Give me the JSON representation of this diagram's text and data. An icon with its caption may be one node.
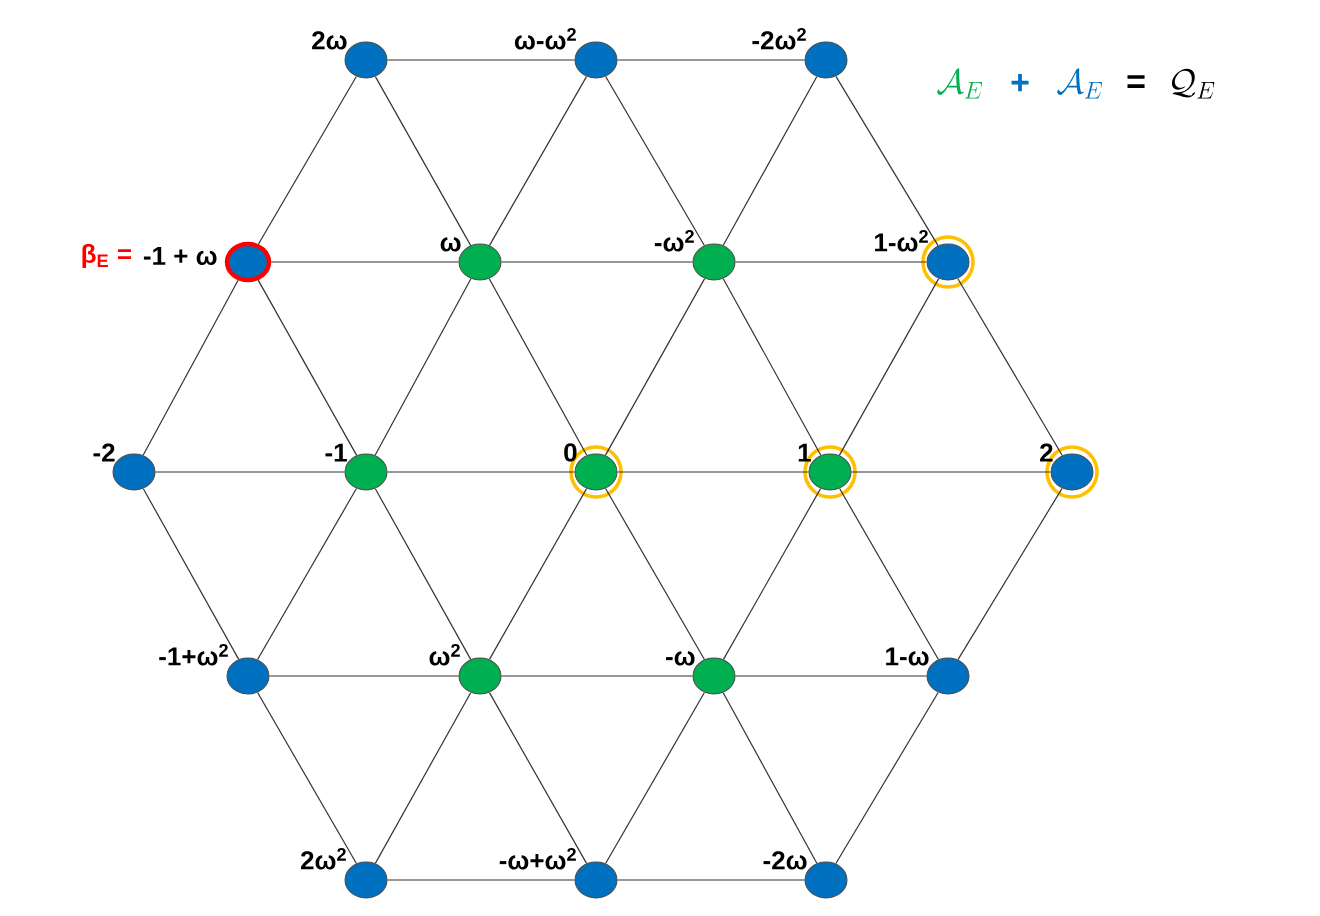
{
  "diagram": {
    "nodes": [
      {
        "text": [],
        "shape": "circle",
        "beside": [
          "2ω"
        ]
      },
      {
        "text": [],
        "shape": "circle",
        "beside": [
          "ω-ω$^{2}$"
        ]
      },
      {
        "text": [],
        "shape": "circle",
        "beside": [
          "-2ω$^{2}$"
        ]
      },
      {
        "text": [],
        "shape": "circle",
        "beside": [
          "β$_{E}$ =",
          "-1 + ω"
        ]
      },
      {
        "text": [],
        "shape": "circle",
        "beside": [
          "ω"
        ]
      },
      {
        "text": [],
        "shape": "circle",
        "beside": [
          "-ω$^{2}$"
        ]
      },
      {
        "text": [],
        "shape": "circle",
        "beside": [
          "1-ω$^{2}$"
        ]
      },
      {
        "text": [],
        "shape": "circle",
        "beside": [
          "-2"
        ]
      },
      {
        "text": [],
        "shape": "circle",
        "beside": [
          "-1"
        ]
      },
      {
        "text": [],
        "shape": "circle",
        "beside": [
          "0"
        ]
      },
      {
        "text": [],
        "shape": "circle",
        "beside": [
          "1"
        ]
      },
      {
        "text": [],
        "shape": "circle",
        "beside": [
          "2"
        ]
      },
      {
        "text": [],
        "shape": "circle",
        "beside": [
          "-1+ω$^{2}$"
        ]
      },
      {
        "text": [],
        "shape": "circle",
        "beside": [
          "ω$^{2}$"
        ]
      },
      {
        "text": [],
        "shape": "circle",
        "beside": [
          "-ω"
        ]
      },
      {
        "text": [],
        "shape": "circle",
        "beside": [
          "1-ω"
        ]
      },
      {
        "text": [],
        "shape": "circle",
        "beside": [
          "2ω$^{2}$"
        ]
      },
      {
        "text": [],
        "shape": "circle",
        "beside": [
          "-ω+ω$^{2}$"
        ]
      },
      {
        "text": [],
        "shape": "circle",
        "beside": [
          "-2ω"
        ]
      }
    ],
    "edges": [
      {
        "from": 0,
        "to": 1,
        "arrow": "none"
      },
      {
        "from": 1,
        "to": 2,
        "arrow": "none"
      },
      {
        "from": 3,
        "to": 4,
        "arrow": "none"
      },
      {
        "from": 4,
        "to": 5,
        "arrow": "none"
      },
      {
        "from": 5,
        "to": 6,
        "arrow": "none"
      },
      {
        "from": 7,
        "to": 8,
        "arrow": "none"
      },
      {
        "from": 8,
        "to": 9,
        "arrow": "none"
      },
      {
        "from": 9,
        "to": 10,
        "arrow": "none"
      },
      {
        "from": 10,
        "to": 11,
        "arrow": "none"
      },
      {
        "from": 12,
        "to": 13,
        "arrow": "none"
      },
      {
        "from": 13,
        "to": 14,
        "arrow": "none"
      },
      {
        "from": 14,
        "to": 15,
        "arrow": "none"
      },
      {
        "from": 16,
        "to": 17,
        "arrow": "none"
      },
      {
        "from": 17,
        "to": 18,
        "arrow": "none"
      },
      {
        "from": 0,
        "to": 3,
        "arrow": "none"
      },
      {
        "from": 0,
        "to": 4,
        "arrow": "none"
      },
      {
        "from": 1,
        "to": 4,
        "arrow": "none"
      },
      {
        "from": 1,
        "to": 5,
        "arrow": "none"
      },
      {
        "from": 2,
        "to": 5,
        "arrow": "none"
      },
      {
        "from": 2,
        "to": 6,
        "arrow": "none"
      },
      {
        "from": 3,
        "to": 7,
        "arrow": "none"
      },
      {
        "from": 3,
        "to": 8,
        "arrow": "none"
      },
      {
        "from": 4,
        "to": 8,
        "arrow": "none"
      },
      {
        "from": 4,
        "to": 9,
        "arrow": "none"
      },
      {
        "from": 5,
        "to": 9,
        "arrow": "none"
      },
      {
        "from": 5,
        "to": 10,
        "arrow": "none"
      },
      {
        "from": 6,
        "to": 10,
        "arrow": "none"
      },
      {
        "from": 6,
        "to": 11,
        "arrow": "none"
      },
      {
        "from": 7,
        "to": 12,
        "arrow": "none"
      },
      {
        "from": 8,
        "to": 12,
        "arrow": "none"
      },
      {
        "from": 8,
        "to": 13,
        "arrow": "none"
      },
      {
        "from": 9,
        "to": 13,
        "arrow": "none"
      },
      {
        "from": 9,
        "to": 14,
        "arrow": "none"
      },
      {
        "from": 10,
        "to": 14,
        "arrow": "none"
      },
      {
        "from": 10,
        "to": 15,
        "arrow": "none"
      },
      {
        "from": 11,
        "to": 15,
        "arrow": "none"
      },
      {
        "from": 12,
        "to": 16,
        "arrow": "none"
      },
      {
        "from": 13,
        "to": 16,
        "arrow": "none"
      },
      {
        "from": 13,
        "to": 17,
        "arrow": "none"
      },
      {
        "from": 14,
        "to": 17,
        "arrow": "none"
      },
      {
        "from": 14,
        "to": 18,
        "arrow": "none"
      },
      {
        "from": 15,
        "to": 18,
        "arrow": "none"
      }
    ],
    "labels": [
      "\\mathcal{A}_E",
      "+",
      "\\mathcal{A}_E",
      "=",
      "\\mathcal{Q}_E"
    ]
  }
}
